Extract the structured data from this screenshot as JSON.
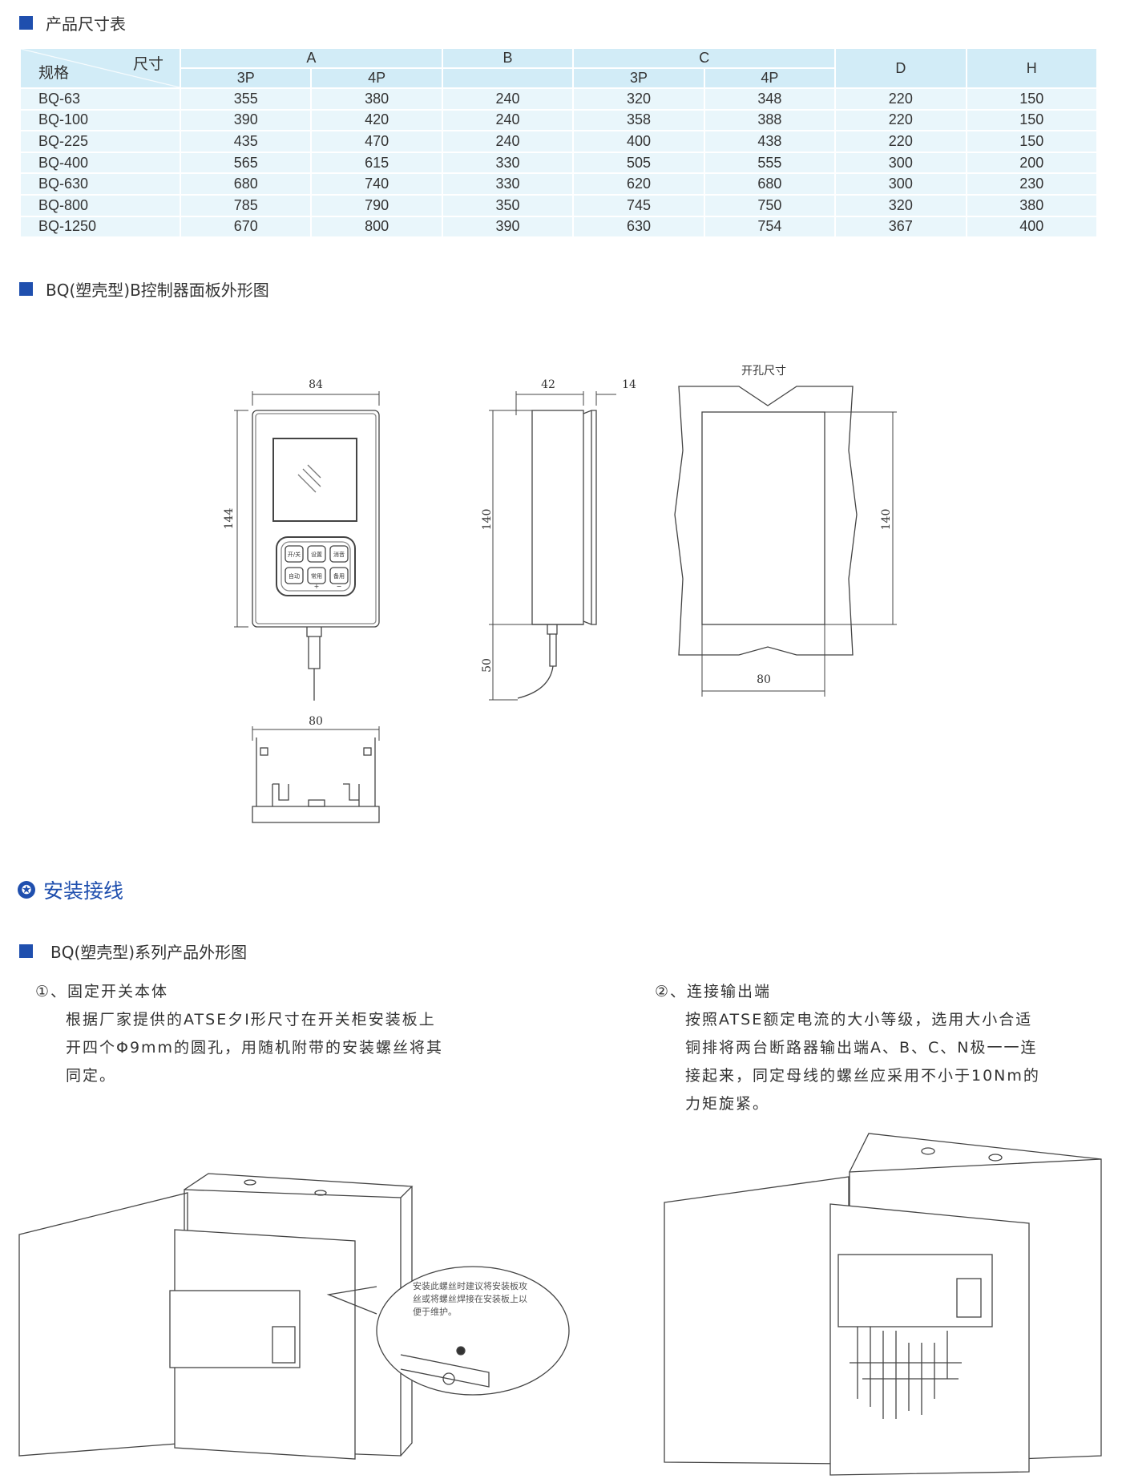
{
  "sections": {
    "size_table": "产品尺寸表",
    "controller": "BQ(塑壳型)B控制器面板外形图",
    "install": "安装接线",
    "series": "BQ(塑壳型)系列产品外形图"
  },
  "table": {
    "corner_top": "尺寸",
    "corner_bottom": "规格",
    "groups": [
      "A",
      "B",
      "C",
      "D",
      "H"
    ],
    "sub": [
      "3P",
      "4P",
      "3P",
      "4P"
    ],
    "rows": [
      [
        "BQ-63",
        "355",
        "380",
        "240",
        "320",
        "348",
        "220",
        "150"
      ],
      [
        "BQ-100",
        "390",
        "420",
        "240",
        "358",
        "388",
        "220",
        "150"
      ],
      [
        "BQ-225",
        "435",
        "470",
        "240",
        "400",
        "438",
        "220",
        "150"
      ],
      [
        "BQ-400",
        "565",
        "615",
        "330",
        "505",
        "555",
        "300",
        "200"
      ],
      [
        "BQ-630",
        "680",
        "740",
        "330",
        "620",
        "680",
        "300",
        "230"
      ],
      [
        "BQ-800",
        "785",
        "790",
        "350",
        "745",
        "750",
        "320",
        "380"
      ],
      [
        "BQ-1250",
        "670",
        "800",
        "390",
        "630",
        "754",
        "367",
        "400"
      ]
    ]
  },
  "drawing": {
    "dims": {
      "front_w": "84",
      "front_h": "144",
      "side_d": "42",
      "side_t": "14",
      "side_h": "140",
      "cable": "50",
      "cut_title": "开孔尺寸",
      "cut_h": "140",
      "cut_w": "80",
      "bottom_w": "80"
    },
    "keys": [
      "开/关",
      "设置",
      "消音",
      "自动",
      "常用",
      "备用"
    ],
    "key_signs": [
      "+",
      "−"
    ]
  },
  "steps": [
    {
      "title": "①、固定开关本体",
      "lines": [
        "根据厂家提供的ATSE夕I形尺寸在开关柜安装板上",
        "开四个Φ9mm的圆孔，用随机附带的安装螺丝将其",
        "同定。"
      ]
    },
    {
      "title": "②、连接输出端",
      "lines": [
        "按照ATSE额定电流的大小等级，选用大小合适",
        "铜排将两台断路器输出端A、B、C、N极一一连",
        "接起来，同定母线的螺丝应采用不小于10Nm的",
        "力矩旋紧。"
      ]
    }
  ],
  "callout": [
    "安装此螺丝时建议将安装板攻",
    "丝或将螺丝焊接在安装板上以",
    "便于维护。"
  ],
  "colors": {
    "accent": "#1f4fae",
    "header": "#d2ecf7",
    "row": "#e9f6fb"
  }
}
